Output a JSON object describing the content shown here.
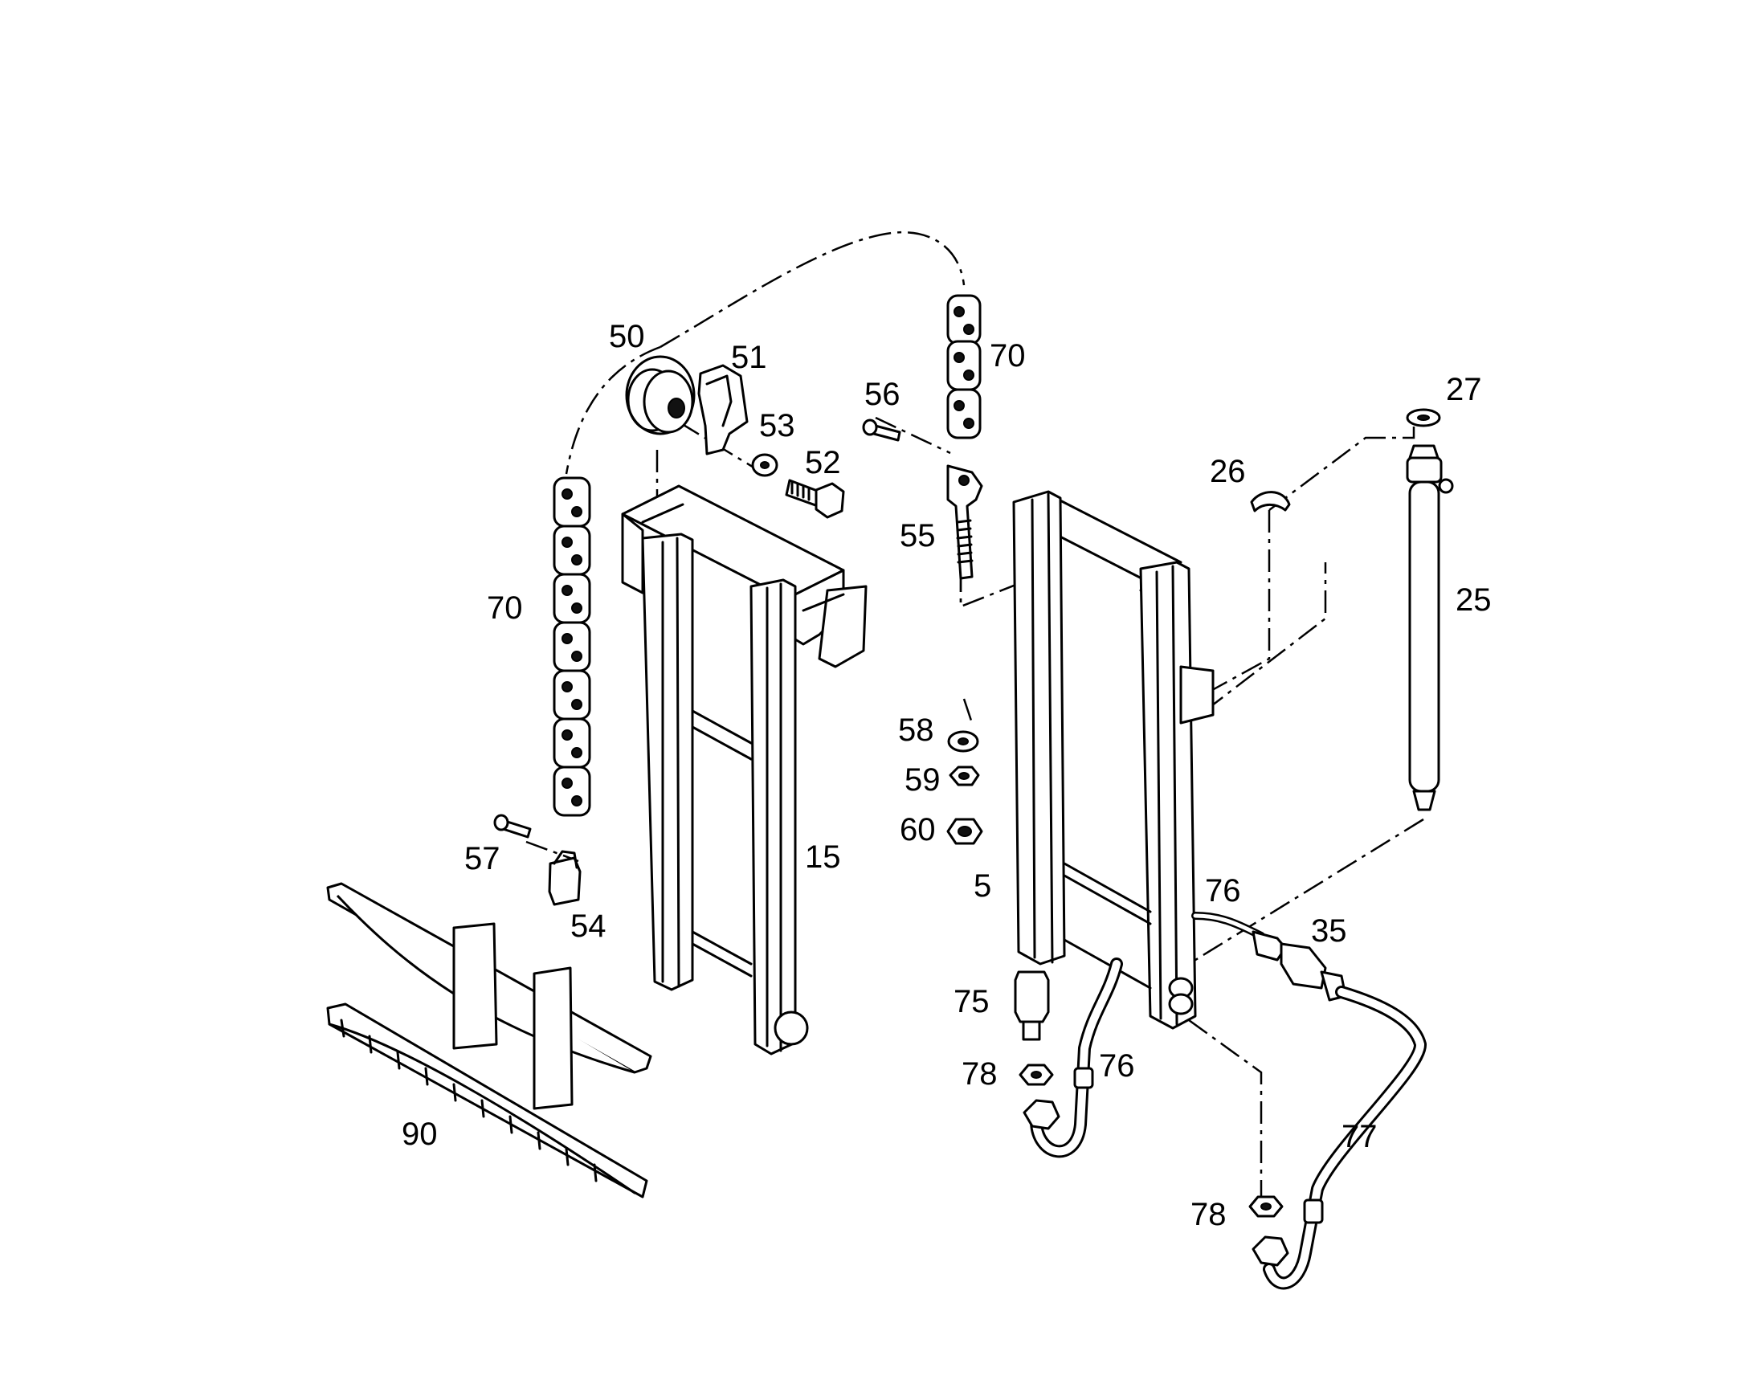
{
  "diagram": {
    "labels": {
      "p5": "5",
      "p15": "15",
      "p25": "25",
      "p26": "26",
      "p27": "27",
      "p35": "35",
      "p50": "50",
      "p51": "51",
      "p52": "52",
      "p53": "53",
      "p54": "54",
      "p55": "55",
      "p56": "56",
      "p57": "57",
      "p58": "58",
      "p59": "59",
      "p60": "60",
      "p70a": "70",
      "p70b": "70",
      "p75": "75",
      "p76a": "76",
      "p76b": "76",
      "p77": "77",
      "p78a": "78",
      "p78b": "78",
      "p90": "90"
    }
  }
}
